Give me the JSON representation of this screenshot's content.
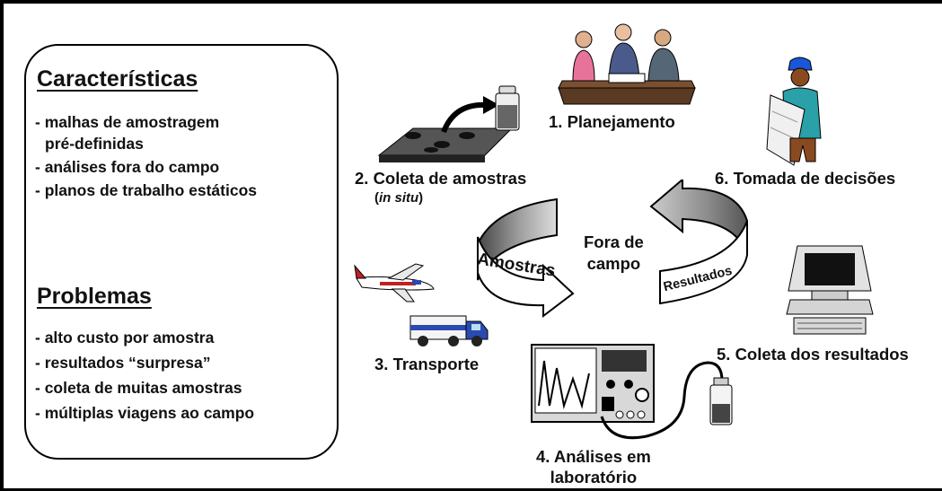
{
  "caracteristicas": {
    "title": "Características",
    "items": [
      "- malhas de amostragem",
      "pré-definidas",
      "- análises fora do campo",
      "- planos de trabalho estáticos"
    ]
  },
  "problemas": {
    "title": "Problemas",
    "items": [
      "- alto custo por amostra",
      "- resultados “surpresa”",
      "- coleta de muitas amostras",
      "- múltiplas viagens ao campo"
    ]
  },
  "cycle": {
    "center_line1": "Fora de",
    "center_line2": "campo",
    "arrow_left_label": "Amostras",
    "arrow_right_label": "Resultados",
    "steps": {
      "s1": "1. Planejamento",
      "s2": "2. Coleta de amostras",
      "s2_sub_open": "(",
      "s2_sub_italic": "in situ",
      "s2_sub_close": ")",
      "s3": "3. Transporte",
      "s4_line1": "4. Análises em",
      "s4_line2": "laboratório",
      "s5": "5. Coleta dos resultados",
      "s6": "6. Tomada de decisões"
    }
  },
  "icons": [
    "meeting-illustration",
    "sample-plate-icon",
    "sample-bottle-icon",
    "worker-with-map-illustration",
    "airplane-icon",
    "truck-icon",
    "lab-instrument-icon",
    "vial-icon",
    "computer-icon"
  ]
}
